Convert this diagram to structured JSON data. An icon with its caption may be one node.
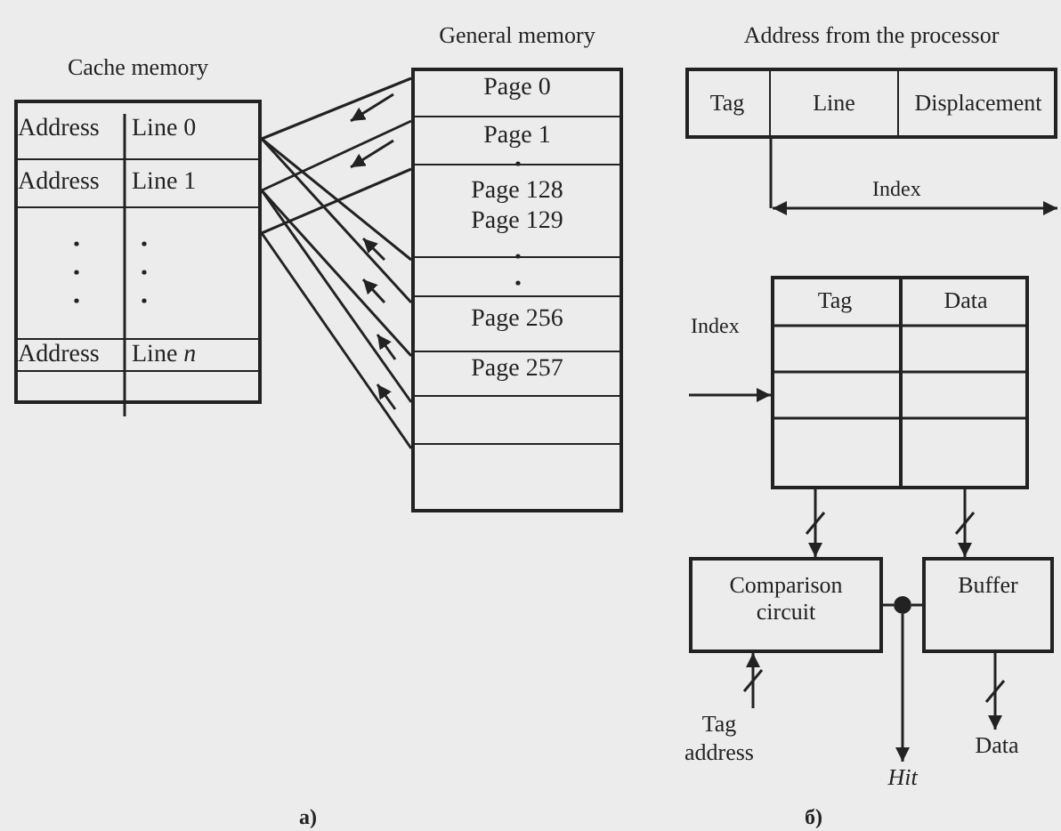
{
  "diagram": {
    "nodes": [
      {
        "text": [
          "Cache memory"
        ]
      },
      {
        "text": [
          "Address",
          "Line 0"
        ],
        "in": 0
      },
      {
        "text": [
          "Address",
          "Line 1"
        ],
        "in": 0
      },
      {
        "text": [],
        "shape": "box",
        "in": 0
      },
      {
        "text": [
          "Address",
          "Line *n*"
        ],
        "in": 0
      },
      {
        "text": [],
        "shape": "box",
        "in": 0
      },
      {
        "text": [
          "General memory"
        ]
      },
      {
        "text": [
          "Page 0"
        ],
        "in": 6
      },
      {
        "text": [
          "Page 1"
        ],
        "in": 6
      },
      {
        "text": [
          "Page 128",
          "Page 129"
        ],
        "in": 6
      },
      {
        "text": [],
        "shape": "box",
        "in": 6
      },
      {
        "text": [
          "Page 256"
        ],
        "in": 6
      },
      {
        "text": [
          "Page 257"
        ],
        "in": 6
      },
      {
        "text": [],
        "shape": "box",
        "in": 6
      },
      {
        "text": [],
        "shape": "box",
        "in": 6
      },
      {
        "text": [
          "Address from the processor"
        ]
      },
      {
        "text": [
          "Tag"
        ],
        "in": 15
      },
      {
        "text": [
          "Line"
        ],
        "in": 15
      },
      {
        "text": [
          "Displacement"
        ],
        "in": 15
      },
      {
        "text": [],
        "shape": "box"
      },
      {
        "text": [
          "Tag"
        ],
        "in": 19
      },
      {
        "text": [
          "Data"
        ],
        "in": 19
      },
      {
        "text": [
          "Comparison circuit"
        ]
      },
      {
        "text": [
          "Buffer"
        ]
      },
      {
        "text": [],
        "shape": "circle"
      },
      {
        "text": [
          "Tag address"
        ]
      },
      {
        "text": [
          "Hit"
        ]
      },
      {
        "text": [
          "Data"
        ]
      }
    ],
    "edges": [
      {
        "from": 1,
        "to": 7,
        "arrow": "none"
      },
      {
        "from": 2,
        "to": 8,
        "arrow": "none"
      },
      {
        "from": 3,
        "to": 9,
        "arrow": "none"
      },
      {
        "from": 1,
        "to": 10,
        "arrow": "none"
      },
      {
        "from": 1,
        "to": 11,
        "arrow": "none"
      },
      {
        "from": 2,
        "to": 12,
        "arrow": "none"
      },
      {
        "from": 2,
        "to": 13,
        "arrow": "none"
      },
      {
        "from": 3,
        "to": 14,
        "arrow": "none"
      },
      {
        "from": 20,
        "to": 22,
        "arrow": "to"
      },
      {
        "from": 21,
        "to": 23,
        "arrow": "to"
      },
      {
        "from": 25,
        "to": 22,
        "arrow": "to"
      },
      {
        "from": null,
        "to": 19,
        "arrow": "to"
      },
      {
        "from": 22,
        "to": 24,
        "arrow": "none"
      },
      {
        "from": 24,
        "to": 23,
        "arrow": "none"
      },
      {
        "from": 24,
        "to": 26,
        "arrow": "to"
      },
      {
        "from": 23,
        "to": 27,
        "arrow": "to"
      }
    ],
    "labels": [
      "Index",
      "Index",
      "а)",
      "б)"
    ]
  }
}
